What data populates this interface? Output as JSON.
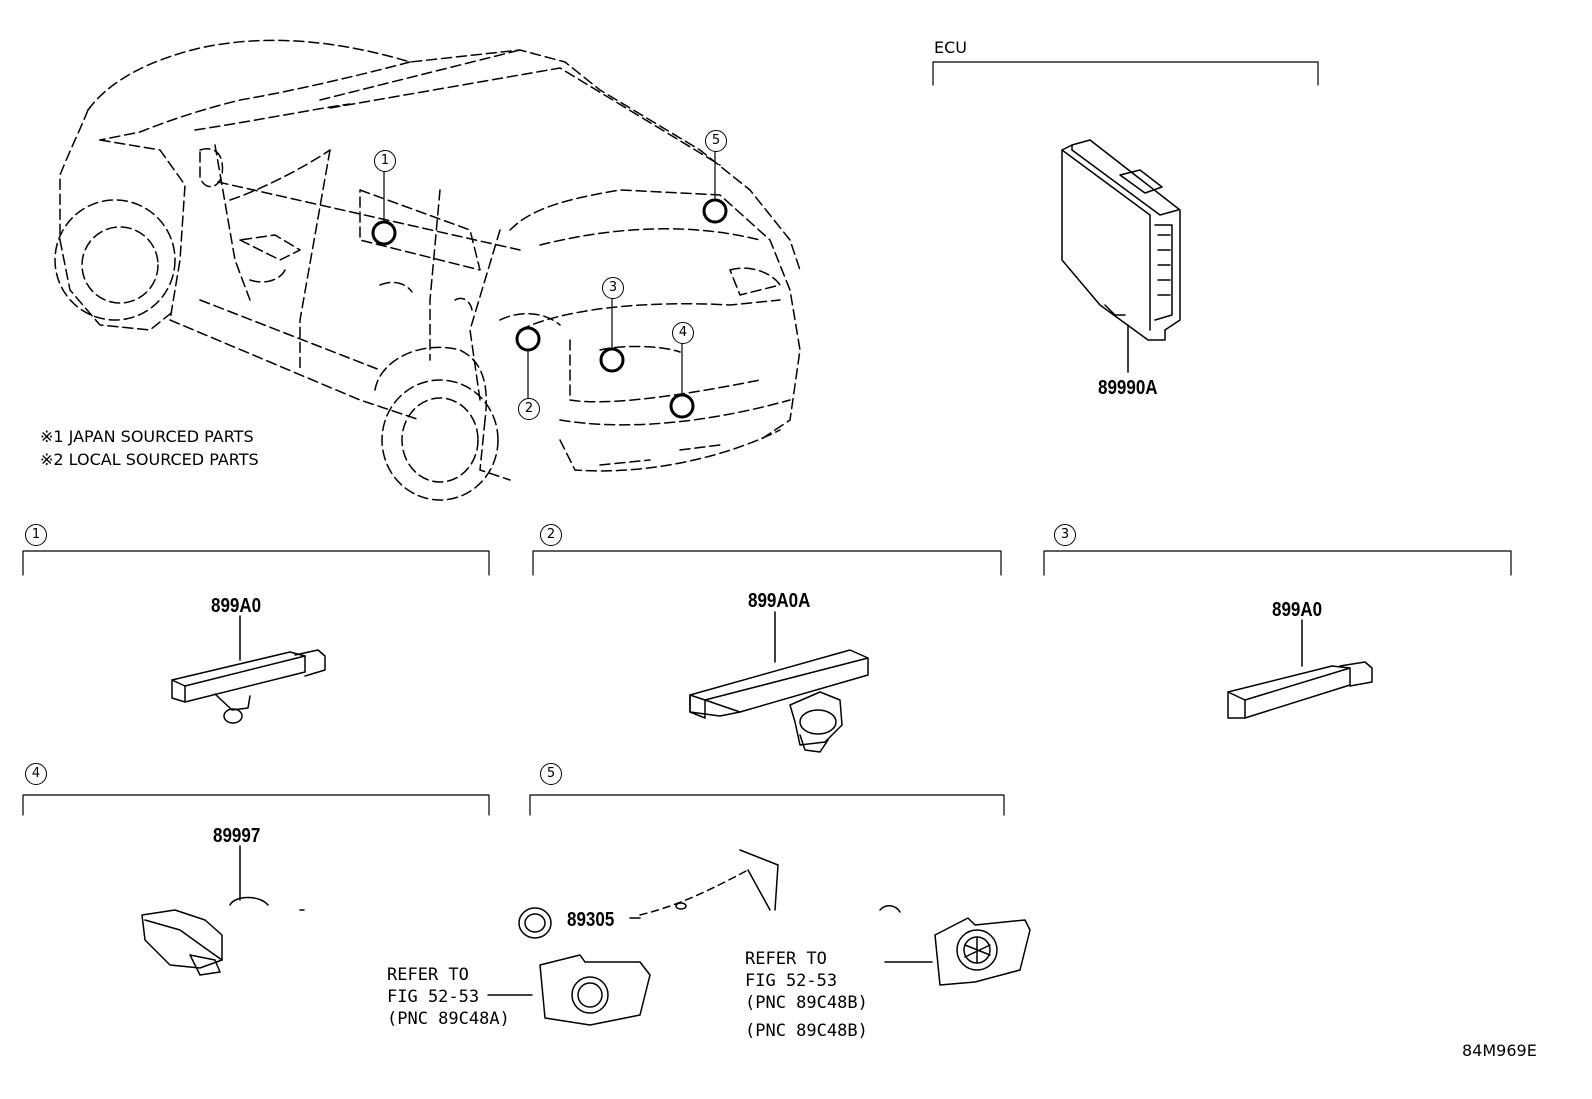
{
  "ecu": {
    "header": "ECU",
    "part": "89990A"
  },
  "notes": [
    "※1 JAPAN SOURCED PARTS",
    "※2 LOCAL SOURCED PARTS"
  ],
  "callouts": [
    "1",
    "2",
    "3",
    "4",
    "5"
  ],
  "sections": [
    {
      "num": "1",
      "part": "899A0"
    },
    {
      "num": "2",
      "part": "899A0A"
    },
    {
      "num": "3",
      "part": "899A0"
    },
    {
      "num": "4",
      "part": "89997"
    },
    {
      "num": "5",
      "part": "89305"
    }
  ],
  "refers": [
    {
      "l1": "REFER TO",
      "l2": "FIG 52-53",
      "l3": "(PNC 89C48A)"
    },
    {
      "l1": "REFER TO",
      "l2": "FIG 52-53",
      "l3": "(PNC 89C48B)",
      "l4": "(PNC 89C48B)"
    }
  ],
  "figure_id": "84M969E"
}
